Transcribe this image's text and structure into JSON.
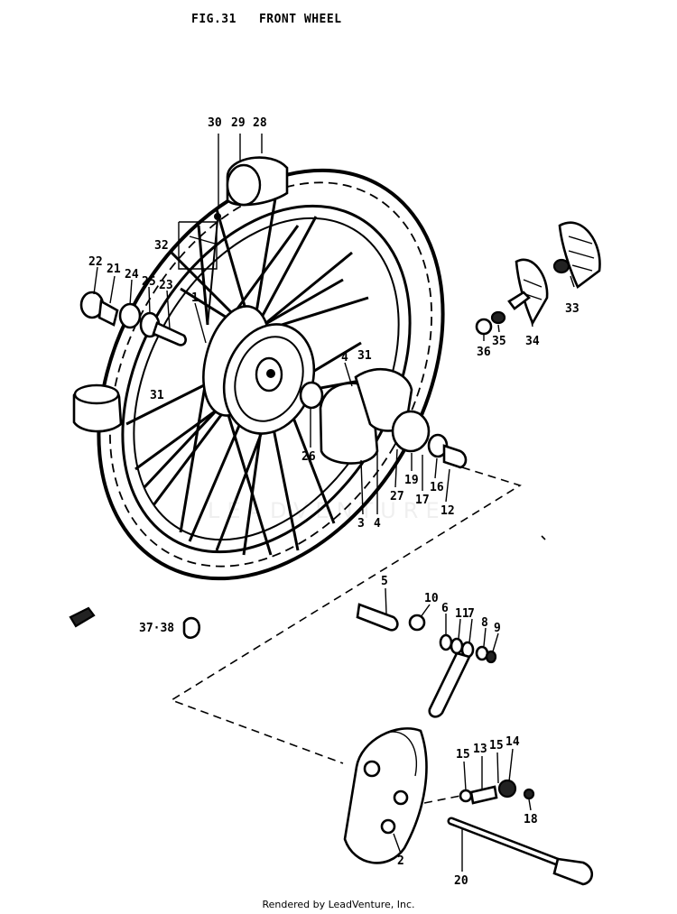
{
  "figure": {
    "title": "FIG.31   FRONT WHEEL",
    "credit": "Rendered by LeadVenture, Inc.",
    "watermark": "LEADVENTURE"
  },
  "callouts": [
    {
      "id": "c30",
      "text": "30"
    },
    {
      "id": "c29",
      "text": "29"
    },
    {
      "id": "c28",
      "text": "28"
    },
    {
      "id": "c32",
      "text": "32"
    },
    {
      "id": "c22",
      "text": "22"
    },
    {
      "id": "c21",
      "text": "21"
    },
    {
      "id": "c24",
      "text": "24"
    },
    {
      "id": "c25",
      "text": "25"
    },
    {
      "id": "c23",
      "text": "23"
    },
    {
      "id": "c1",
      "text": "1"
    },
    {
      "id": "c31a",
      "text": "31"
    },
    {
      "id": "c31b",
      "text": "31"
    },
    {
      "id": "c33",
      "text": "33"
    },
    {
      "id": "c34",
      "text": "34"
    },
    {
      "id": "c35",
      "text": "35"
    },
    {
      "id": "c36",
      "text": "36"
    },
    {
      "id": "c4a",
      "text": "4"
    },
    {
      "id": "c26",
      "text": "26"
    },
    {
      "id": "c3",
      "text": "3"
    },
    {
      "id": "c4b",
      "text": "4"
    },
    {
      "id": "c27",
      "text": "27"
    },
    {
      "id": "c19",
      "text": "19"
    },
    {
      "id": "c17",
      "text": "17"
    },
    {
      "id": "c16",
      "text": "16"
    },
    {
      "id": "c12",
      "text": "12"
    },
    {
      "id": "c5",
      "text": "5"
    },
    {
      "id": "c10",
      "text": "10"
    },
    {
      "id": "c6",
      "text": "6"
    },
    {
      "id": "c11",
      "text": "11"
    },
    {
      "id": "c7",
      "text": "7"
    },
    {
      "id": "c8",
      "text": "8"
    },
    {
      "id": "c9",
      "text": "9"
    },
    {
      "id": "c3738",
      "text": "37·38"
    },
    {
      "id": "c15a",
      "text": "15"
    },
    {
      "id": "c13",
      "text": "13"
    },
    {
      "id": "c15b",
      "text": "15"
    },
    {
      "id": "c14",
      "text": "14"
    },
    {
      "id": "c18",
      "text": "18"
    },
    {
      "id": "c2",
      "text": "2"
    },
    {
      "id": "c20",
      "text": "20"
    }
  ]
}
